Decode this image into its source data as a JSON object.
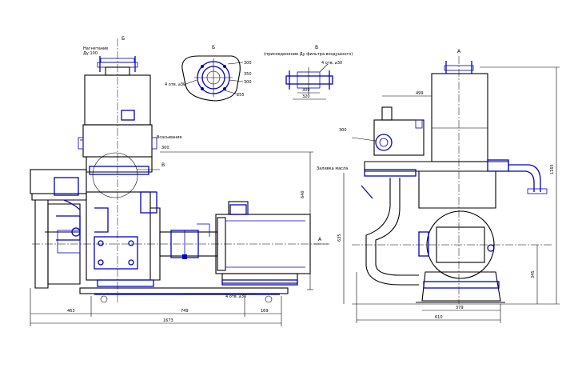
{
  "drawing": {
    "colors": {
      "outline": "#000000",
      "detail": "#0000c8",
      "background": "#ffffff"
    },
    "front_view": {
      "pressure_label": "Нагнетание",
      "pressure_flange": "Ду 100",
      "section_b_mark": "Б",
      "suction_label": "Всасывание",
      "suction_dim": "300",
      "callout_v": "В",
      "mount_note": "4 отв. ⌀30",
      "dim_left": "463",
      "dim_mid": "749",
      "dim_right": "169",
      "dim_total": "1673",
      "dim_height": "640",
      "view_arrow": "А"
    },
    "detail_b": {
      "title": "Б",
      "dim_a": "300",
      "dim_b": "350",
      "dim_c": "300",
      "dim_d": "255",
      "holes_note": "4 отв. ⌀30"
    },
    "detail_v": {
      "title": "В",
      "subtitle": "(присоединение Ду фильтра воздушного)",
      "holes_note": "4 отв. ⌀30",
      "dim_a": "300",
      "dim_b": "320"
    },
    "side_view": {
      "title": "А",
      "dim_top": "499",
      "label_left": "300",
      "water_mark": "Заливка масла",
      "dim_tall": "1165",
      "dim_left_v": "635",
      "dim_right_v": "345",
      "dim_base": "379",
      "dim_base_total": "610"
    }
  }
}
